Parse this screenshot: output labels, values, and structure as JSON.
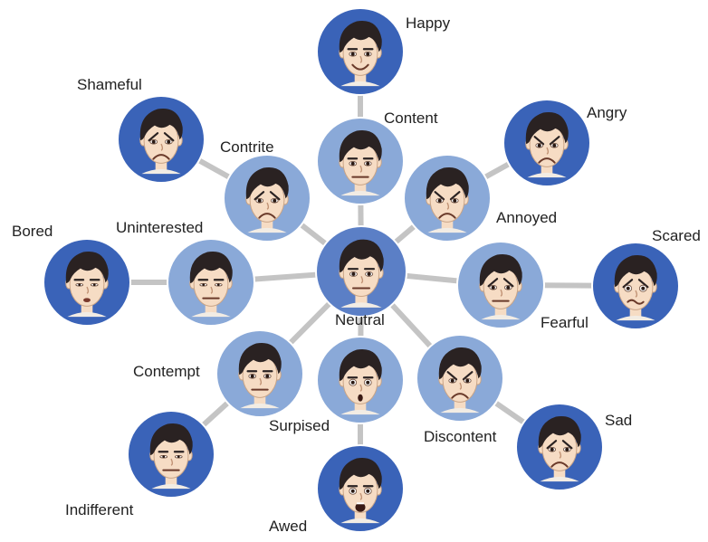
{
  "colors": {
    "outer_ring": "#3a63b8",
    "inner_ring": "#8aa9d8",
    "center_ring": "#5b7fc6",
    "connector": "#c4c4c4",
    "skin": "#f6dcc4",
    "hair": "#2a2222"
  },
  "nodes": {
    "neutral": "Neutral",
    "content": "Content",
    "happy": "Happy",
    "annoyed": "Annoyed",
    "angry": "Angry",
    "fearful": "Fearful",
    "scared": "Scared",
    "discontent": "Discontent",
    "sad": "Sad",
    "surprised": "Surpised",
    "awed": "Awed",
    "contempt": "Contempt",
    "indifferent": "Indifferent",
    "uninterested": "Uninterested",
    "bored": "Bored",
    "contrite": "Contrite",
    "shameful": "Shameful"
  }
}
